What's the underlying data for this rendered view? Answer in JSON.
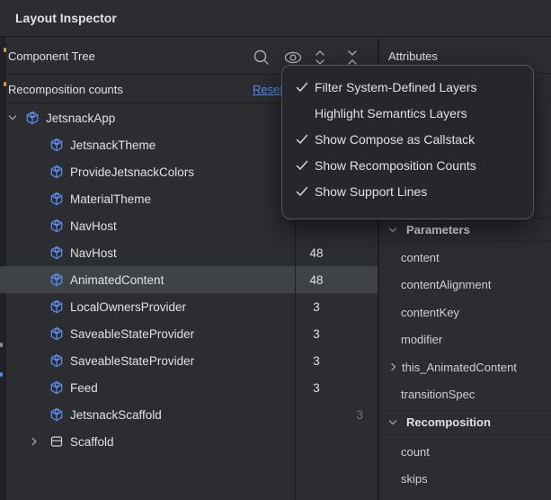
{
  "window": {
    "title": "Layout Inspector"
  },
  "component_tree": {
    "header": "Component Tree",
    "toolbar_icons": [
      "search-icon",
      "view-options-eye-icon",
      "expand-all-icon",
      "collapse-all-icon"
    ],
    "recomposition_bar": {
      "label": "Recomposition counts",
      "reset_label": "Reset"
    },
    "rows": [
      {
        "label": "JetsnackApp",
        "indent": 0,
        "expanded": true,
        "icon": "composable"
      },
      {
        "label": "JetsnackTheme",
        "indent": 1,
        "icon": "composable"
      },
      {
        "label": "ProvideJetsnackColors",
        "indent": 1,
        "icon": "composable"
      },
      {
        "label": "MaterialTheme",
        "indent": 1,
        "icon": "composable"
      },
      {
        "label": "NavHost",
        "indent": 1,
        "icon": "composable"
      },
      {
        "label": "NavHost",
        "indent": 1,
        "icon": "composable",
        "count": "48"
      },
      {
        "label": "AnimatedContent",
        "indent": 1,
        "icon": "composable",
        "count": "48",
        "selected": true
      },
      {
        "label": "LocalOwnersProvider",
        "indent": 1,
        "icon": "composable",
        "count": "3"
      },
      {
        "label": "SaveableStateProvider",
        "indent": 1,
        "icon": "composable",
        "count": "3"
      },
      {
        "label": "SaveableStateProvider",
        "indent": 1,
        "icon": "composable",
        "count": "3"
      },
      {
        "label": "Feed",
        "indent": 1,
        "icon": "composable",
        "count": "3"
      },
      {
        "label": "JetsnackScaffold",
        "indent": 1,
        "icon": "composable",
        "skips": "3"
      },
      {
        "label": "Scaffold",
        "indent": 1,
        "collapsed": true,
        "icon": "scaffold-view"
      }
    ]
  },
  "context_menu": {
    "items": [
      {
        "label": "Filter System-Defined Layers",
        "checked": true
      },
      {
        "label": "Highlight Semantics Layers",
        "checked": false
      },
      {
        "label": "Show Compose as Callstack",
        "checked": true
      },
      {
        "label": "Show Recomposition Counts",
        "checked": true
      },
      {
        "label": "Show Support Lines",
        "checked": true
      }
    ]
  },
  "attributes": {
    "header": "Attributes",
    "sections": [
      {
        "title": "Parameters",
        "rows": [
          "content",
          "contentAlignment",
          "contentKey",
          "modifier",
          "this_AnimatedContent",
          "transitionSpec"
        ]
      },
      {
        "title": "Recomposition",
        "rows": [
          "count",
          "skips"
        ]
      }
    ]
  },
  "colors": {
    "background": "#2b2d30",
    "menu_background": "#26272b",
    "selected_row": "#3f4347",
    "divider": "#1e1f22",
    "text": "#dfe1e5",
    "muted_text": "#70747c",
    "link_blue": "#548af7",
    "composable_icon_blue": "#5f8ef3",
    "icon_grey": "#a8abb2"
  }
}
